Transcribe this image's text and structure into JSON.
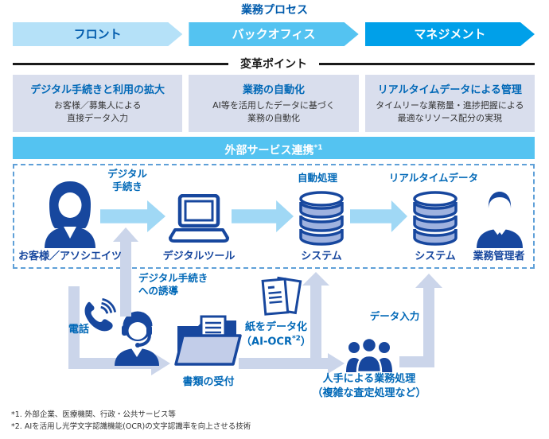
{
  "colors": {
    "navy": "#17479E",
    "bright_blue": "#0068B7",
    "heading_blue": "#005BAC",
    "bar_cyan": "#54C3F1",
    "stage_light": "#B5E1F8",
    "stage_dark": "#00A0E9",
    "box_bg": "#D9DEED",
    "arrow_light_blue": "#A0D8F5",
    "arrow_lavender": "#CBD5EA"
  },
  "header": {
    "title": "業務プロセス",
    "stages": [
      {
        "label": "フロント"
      },
      {
        "label": "バックオフィス"
      },
      {
        "label": "マネジメント"
      }
    ]
  },
  "divider": {
    "label": "変革ポイント"
  },
  "transformation_points": [
    {
      "title": "デジタル手続きと利用の拡大",
      "line1": "お客様／募集人による",
      "line2": "直接データ入力"
    },
    {
      "title": "業務の自動化",
      "line1": "AI等を活用したデータに基づく",
      "line2": "業務の自動化"
    },
    {
      "title": "リアルタイムデータによる管理",
      "line1": "タイムリーな業務量・進捗把握による",
      "line2": "最適なリソース配分の実現"
    }
  ],
  "external_bar": {
    "label": "外部サービス連携",
    "sup": "*1"
  },
  "flow": {
    "customer_label": "お客様／アソシエイツ",
    "digital_procedure_line1": "デジタル",
    "digital_procedure_line2": "手続き",
    "digital_tool_label": "デジタルツール",
    "auto_processing_label": "自動処理",
    "system1_label": "システム",
    "realtime_data_label": "リアルタイムデータ",
    "system2_label": "システム",
    "manager_label": "業務管理者"
  },
  "bottom": {
    "guide_line1": "デジタル手続き",
    "guide_line2": "への誘導",
    "phone_label": "電話",
    "documents_label": "書類の受付",
    "ocr_line1": "紙をデータ化",
    "ocr_line2_open": "（AI-OCR",
    "ocr_sup": "*2",
    "ocr_line2_close": "）",
    "data_entry_label": "データ入力",
    "manual_line1": "人手による業務処理",
    "manual_line2": "（複雑な査定処理など）"
  },
  "footnotes": [
    "*1. 外部企業、医療機関、行政・公共サービス等",
    "*2. AIを活用し光学文字認識機能(OCR)の文字認識率を向上させる技術"
  ]
}
